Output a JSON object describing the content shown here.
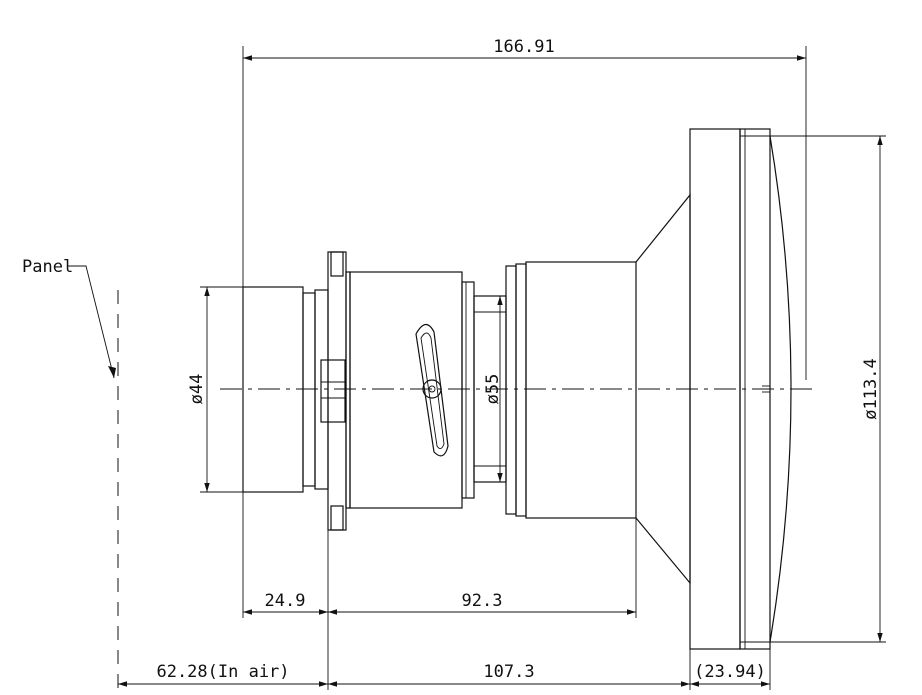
{
  "labels": {
    "panel": "Panel"
  },
  "dimensions": {
    "overall_length": "166.91",
    "rear_diameter": "ø44",
    "mid_diameter": "ø55",
    "front_diameter": "ø113.4",
    "rear_segment": "24.9",
    "body_segment": "92.3",
    "back_focus": "62.28(In air)",
    "flange_to_front": "107.3",
    "front_group": "(23.94)"
  }
}
